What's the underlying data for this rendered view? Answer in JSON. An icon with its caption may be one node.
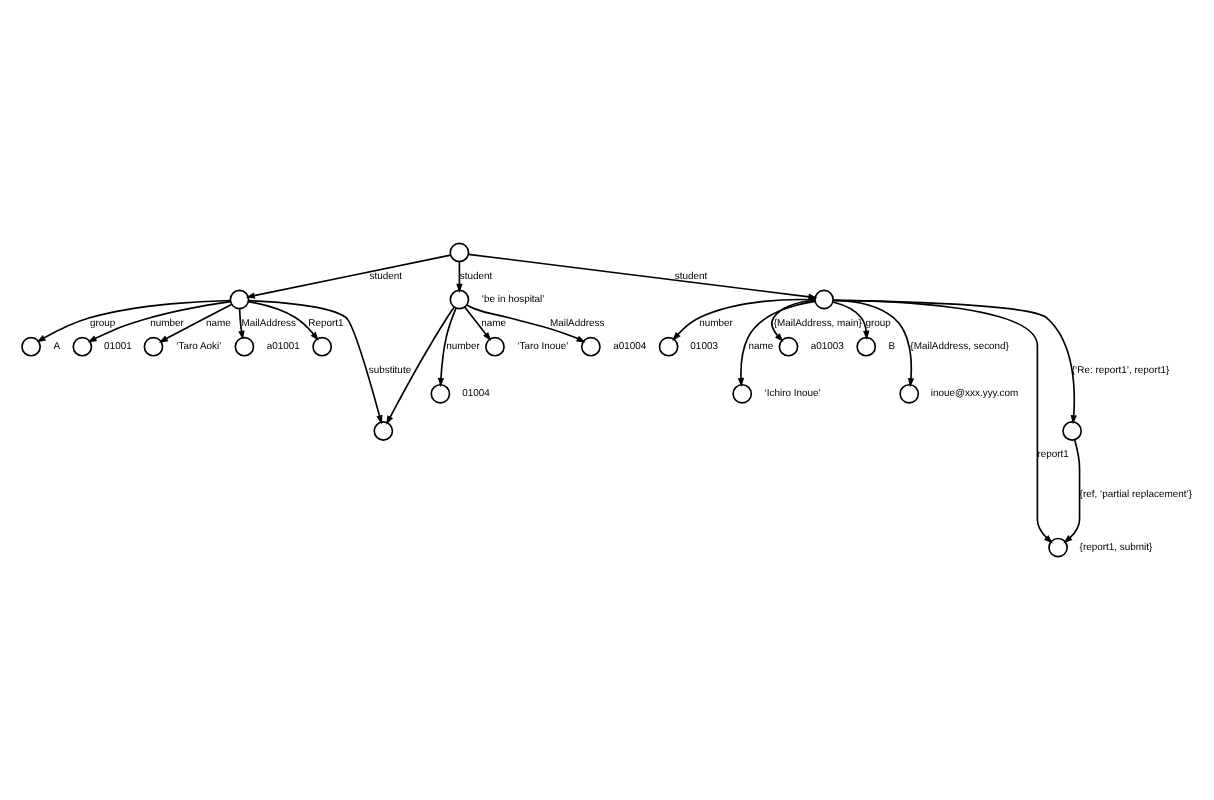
{
  "diagram": {
    "nodes": [
      {
        "text": [],
        "shape": "circle"
      },
      {
        "text": [],
        "shape": "circle"
      },
      {
        "text": [],
        "shape": "circle"
      },
      {
        "text": [],
        "shape": "circle",
        "beside": [
          "‘be in hospital’"
        ]
      },
      {
        "text": [],
        "shape": "circle",
        "beside": [
          "A"
        ]
      },
      {
        "text": [],
        "shape": "circle",
        "beside": [
          "01001"
        ]
      },
      {
        "text": [],
        "shape": "circle",
        "beside": [
          "‘Taro Aoki’"
        ]
      },
      {
        "text": [],
        "shape": "circle",
        "beside": [
          "a01001"
        ]
      },
      {
        "text": [],
        "shape": "circle"
      },
      {
        "text": [],
        "shape": "circle"
      },
      {
        "text": [],
        "shape": "circle",
        "beside": [
          "01003"
        ]
      },
      {
        "text": [],
        "shape": "circle",
        "beside": [
          "‘Ichiro Inoue’"
        ]
      },
      {
        "text": [],
        "shape": "circle",
        "beside": [
          "a01003"
        ]
      },
      {
        "text": [],
        "shape": "circle",
        "beside": [
          "B"
        ]
      },
      {
        "text": [],
        "shape": "circle",
        "beside": [
          "inoue@xxx.yyy.com"
        ]
      },
      {
        "text": [],
        "shape": "circle",
        "beside": [
          "{report1, submit}"
        ]
      },
      {
        "text": [],
        "shape": "circle"
      },
      {
        "text": [],
        "shape": "circle",
        "beside": [
          "01004"
        ]
      },
      {
        "text": [],
        "shape": "circle",
        "beside": [
          "‘Taro Inoue’"
        ]
      },
      {
        "text": [],
        "shape": "circle",
        "beside": [
          "a01004"
        ]
      }
    ],
    "edges": [
      {
        "from": 0,
        "to": 1,
        "arrow": "to",
        "label": "student"
      },
      {
        "from": 0,
        "to": 2,
        "arrow": "to",
        "label": "student"
      },
      {
        "from": 0,
        "to": 3,
        "arrow": "to",
        "label": "student"
      },
      {
        "from": 1,
        "to": 4,
        "arrow": "to",
        "label": "group"
      },
      {
        "from": 1,
        "to": 5,
        "arrow": "to",
        "label": "number"
      },
      {
        "from": 1,
        "to": 6,
        "arrow": "to",
        "label": "name"
      },
      {
        "from": 1,
        "to": 7,
        "arrow": "to",
        "label": "MailAddress"
      },
      {
        "from": 1,
        "to": 8,
        "arrow": "to",
        "label": "Report1"
      },
      {
        "from": 1,
        "to": 9,
        "arrow": "to",
        "label": "substitute"
      },
      {
        "from": 2,
        "to": 10,
        "arrow": "to",
        "label": "number"
      },
      {
        "from": 2,
        "to": 11,
        "arrow": "to",
        "label": "name"
      },
      {
        "from": 2,
        "to": 12,
        "arrow": "to",
        "label": "{MailAddress, main}"
      },
      {
        "from": 2,
        "to": 13,
        "arrow": "to",
        "label": "group"
      },
      {
        "from": 2,
        "to": 14,
        "arrow": "to",
        "label": "{MailAddress, second}"
      },
      {
        "from": 2,
        "to": 15,
        "arrow": "to",
        "label": "report1"
      },
      {
        "from": 2,
        "to": 16,
        "arrow": "to",
        "label": "{‘Re: report1’, report1}"
      },
      {
        "from": 3,
        "to": 9,
        "arrow": "to"
      },
      {
        "from": 3,
        "to": 17,
        "arrow": "to",
        "label": "number"
      },
      {
        "from": 3,
        "to": 18,
        "arrow": "to",
        "label": "name"
      },
      {
        "from": 3,
        "to": 19,
        "arrow": "to",
        "label": "MailAddress"
      },
      {
        "from": 16,
        "to": 15,
        "arrow": "to",
        "label": "{ref, ‘partial replacement’}"
      }
    ]
  }
}
